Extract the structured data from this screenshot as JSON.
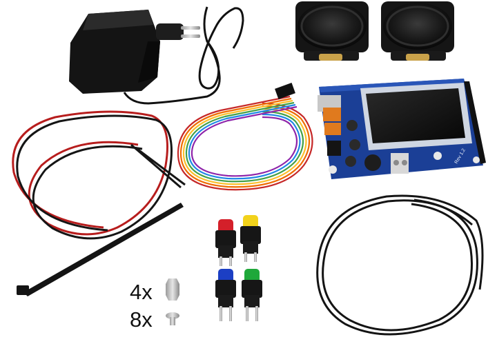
{
  "kit": {
    "components": [
      {
        "name": "power-adapter"
      },
      {
        "name": "speaker",
        "count": 2
      },
      {
        "name": "display-board"
      },
      {
        "name": "red-black-cable"
      },
      {
        "name": "rainbow-ribbon-cable"
      },
      {
        "name": "black-cable"
      },
      {
        "name": "cable-tie"
      },
      {
        "name": "push-button",
        "colors": [
          "#d4202a",
          "#f2d21b",
          "#1c3fc4",
          "#1fa83a"
        ]
      }
    ],
    "standoffs_label": "4x",
    "screws_label": "8x",
    "board_marking": "Rev 1.2"
  }
}
